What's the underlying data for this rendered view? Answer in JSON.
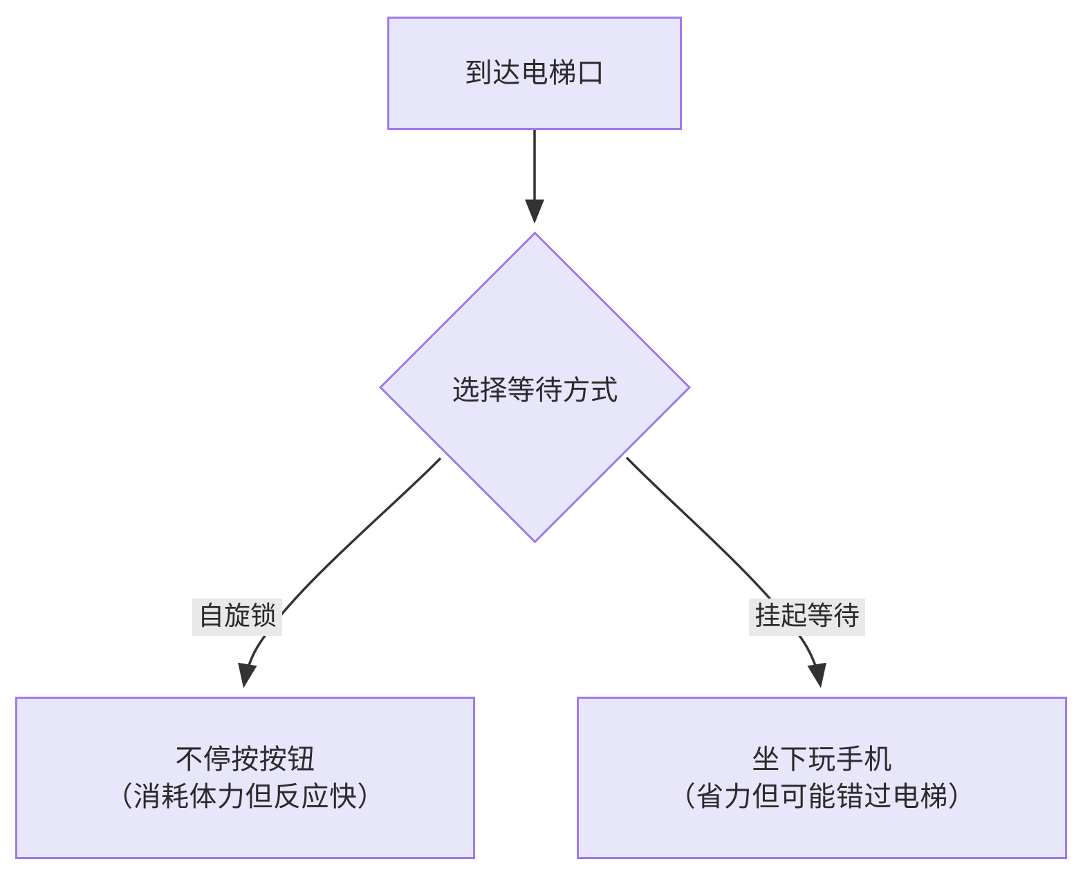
{
  "diagram": {
    "type": "flowchart",
    "title": "",
    "background_color": "#ffffff",
    "node_fill": "#e8e6fb",
    "node_border": "#9f7aea",
    "edge_color": "#333333",
    "edge_label_background": "#e9e9e9",
    "text_color": "#2b2b2b",
    "nodes": [
      {
        "id": "start",
        "shape": "rectangle",
        "lines": [
          "到达电梯口"
        ]
      },
      {
        "id": "decision",
        "shape": "diamond",
        "lines": [
          "选择等待方式"
        ]
      },
      {
        "id": "spin",
        "shape": "rectangle",
        "lines": [
          "不停按按钮",
          "（消耗体力但反应快）"
        ]
      },
      {
        "id": "block",
        "shape": "rectangle",
        "lines": [
          "坐下玩手机",
          "（省力但可能错过电梯）"
        ]
      }
    ],
    "edges": [
      {
        "from": "start",
        "to": "decision",
        "label": ""
      },
      {
        "from": "decision",
        "to": "spin",
        "label": "自旋锁"
      },
      {
        "from": "decision",
        "to": "block",
        "label": "挂起等待"
      }
    ]
  }
}
